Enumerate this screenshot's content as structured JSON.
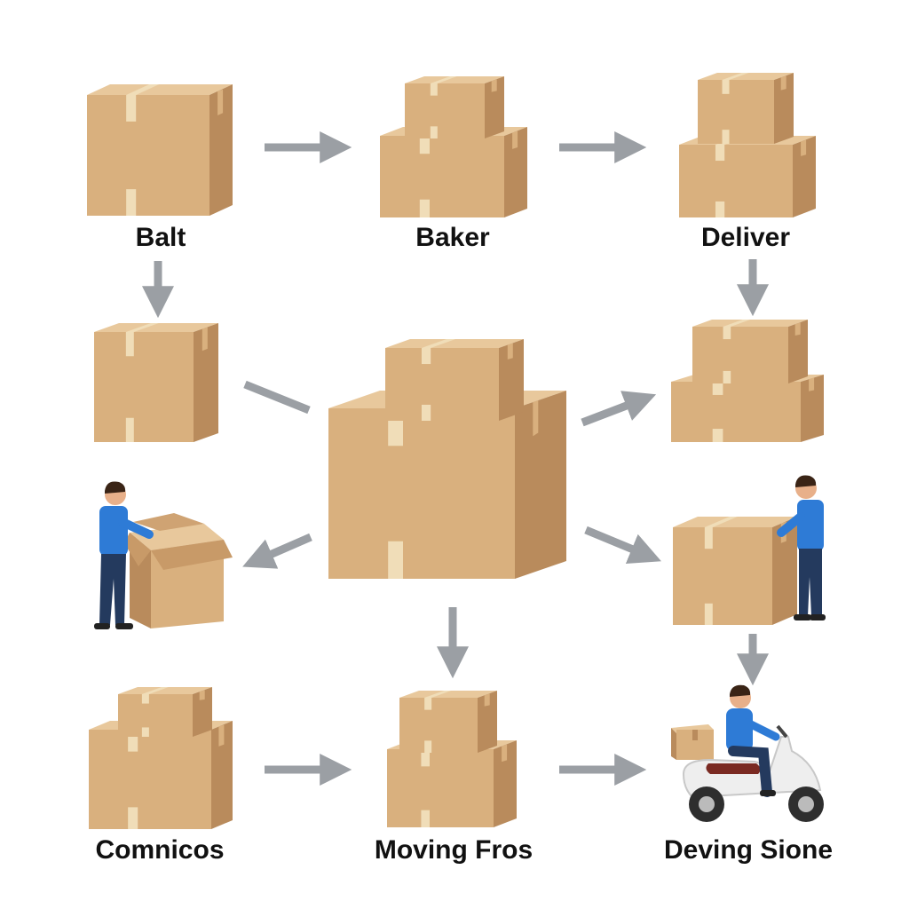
{
  "labels": {
    "balt": "Balt",
    "baker": "Baker",
    "deliver": "Deliver",
    "comnicos": "Comnicos",
    "moving_fros": "Moving Fros",
    "deving_sione": "Deving Sione"
  },
  "colors": {
    "box_front": "#D9B07E",
    "box_side": "#B98B5C",
    "box_top": "#E8C89C",
    "tape": "#F0DDB8",
    "arrow": "#9B9FA4",
    "shirt": "#2E7BD6",
    "pants": "#243A5E",
    "skin": "#E8B08A",
    "hair": "#3A2416",
    "scooter": "#EEEEEE",
    "scooter_seat": "#7A2A22",
    "wheel": "#2E2E2E"
  },
  "icons": [
    "box-icon",
    "box-stack-icon",
    "arrow-icon",
    "worker-icon",
    "scooter-rider-icon"
  ]
}
